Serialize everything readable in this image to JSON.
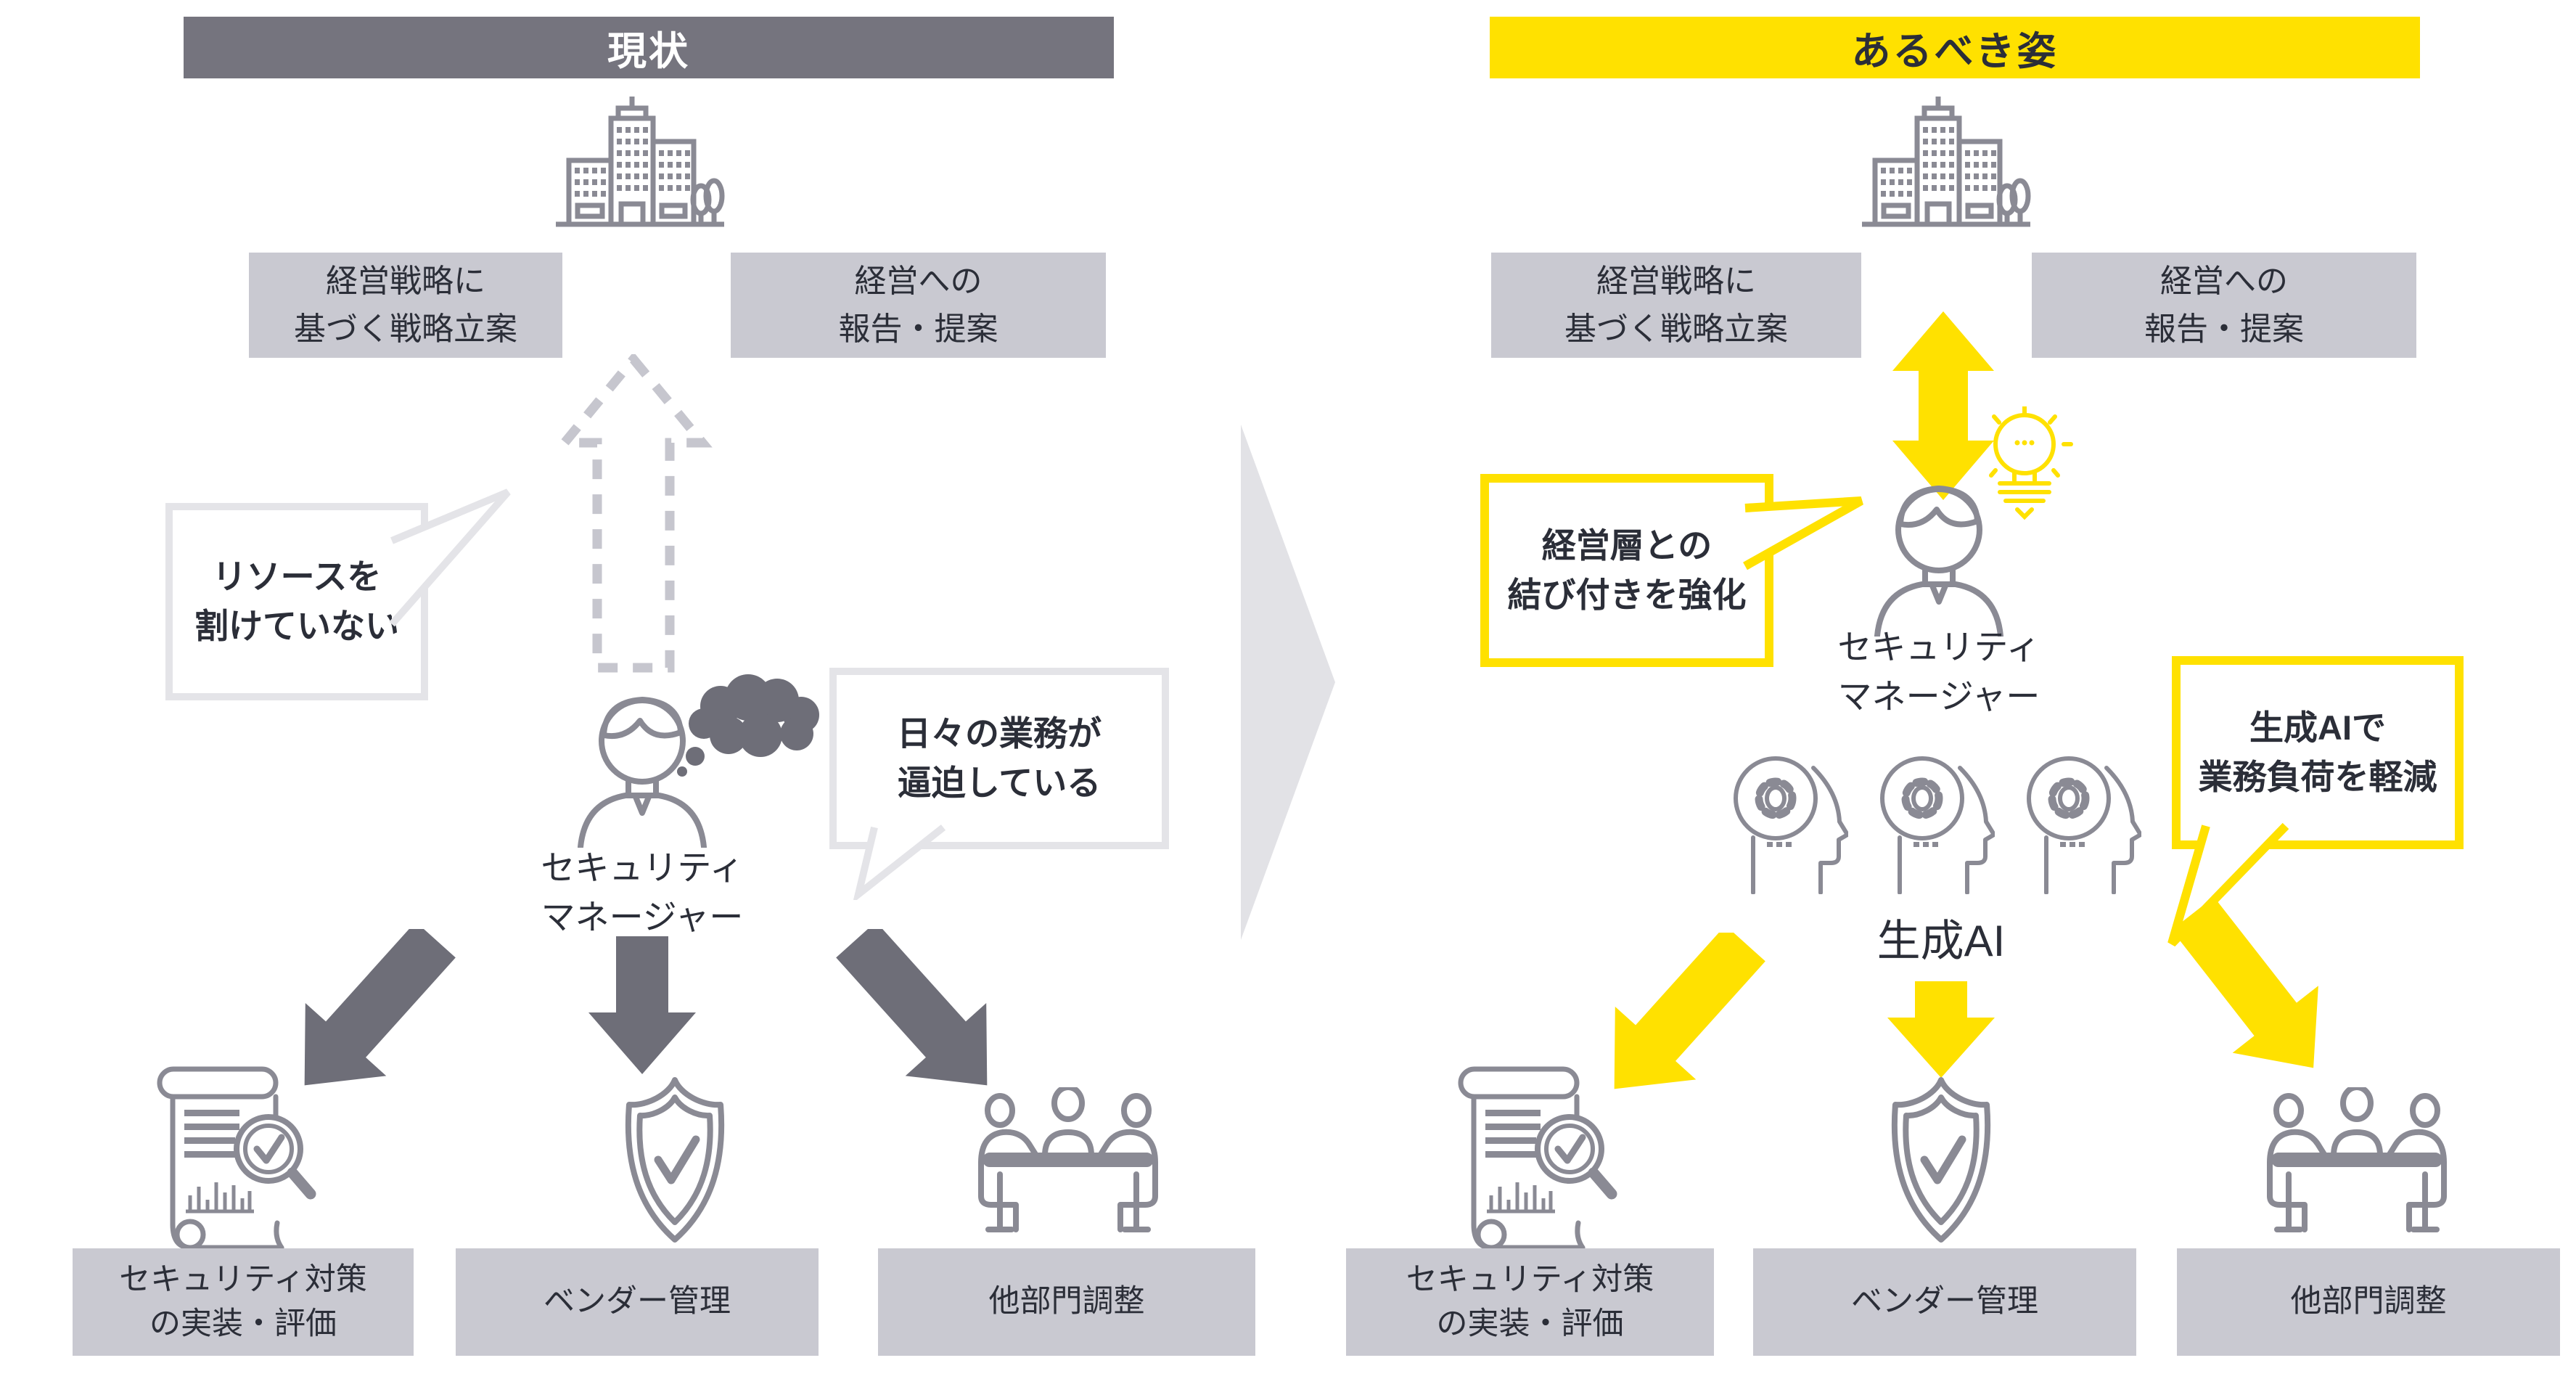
{
  "colors": {
    "accent_yellow": "#FFE100",
    "header_gray": "#75747E",
    "panel_gray": "#C9C9D1",
    "text_dark": "#2B2E38",
    "arrow_dark": "#6E6E78",
    "icon_gray": "#8A8A94",
    "bubble_border_gray": "#E4E4E8",
    "transition_gray": "#E2E2E6"
  },
  "icons": {
    "company": "office-building-icon",
    "manager": "security-manager-person-icon",
    "thought": "thought-cloud-icon",
    "idea": "lightbulb-icon",
    "genai": "ai-head-gear-icon",
    "implementation": "report-magnifier-check-icon",
    "vendor": "shield-check-icon",
    "coordination": "meeting-table-icon",
    "transition": "right-transition-triangle"
  },
  "current": {
    "header": "現状",
    "strategy_box": {
      "line1": "経営戦略に",
      "line2": "基づく戦略立案"
    },
    "report_box": {
      "line1": "経営への",
      "line2": "報告・提案"
    },
    "resource_bubble": {
      "line1": "リソースを",
      "line2": "割けていない"
    },
    "busy_bubble": {
      "line1": "日々の業務が",
      "line2": "逼迫している"
    },
    "manager_label": {
      "line1": "セキュリティ",
      "line2": "マネージャー"
    },
    "task_boxes": [
      {
        "line1": "セキュリティ対策",
        "line2": "の実装・評価"
      },
      {
        "line1": "ベンダー管理"
      },
      {
        "line1": "他部門調整"
      }
    ]
  },
  "ideal": {
    "header": "あるべき姿",
    "strategy_box": {
      "line1": "経営戦略に",
      "line2": "基づく戦略立案"
    },
    "report_box": {
      "line1": "経営への",
      "line2": "報告・提案"
    },
    "exec_bubble": {
      "line1": "経営層との",
      "line2": "結び付きを強化"
    },
    "genai_bubble": {
      "line1": "生成AIで",
      "line2": "業務負荷を軽減"
    },
    "manager_label": {
      "line1": "セキュリティ",
      "line2": "マネージャー"
    },
    "genai_label": "生成AI",
    "task_boxes": [
      {
        "line1": "セキュリティ対策",
        "line2": "の実装・評価"
      },
      {
        "line1": "ベンダー管理"
      },
      {
        "line1": "他部門調整"
      }
    ]
  }
}
